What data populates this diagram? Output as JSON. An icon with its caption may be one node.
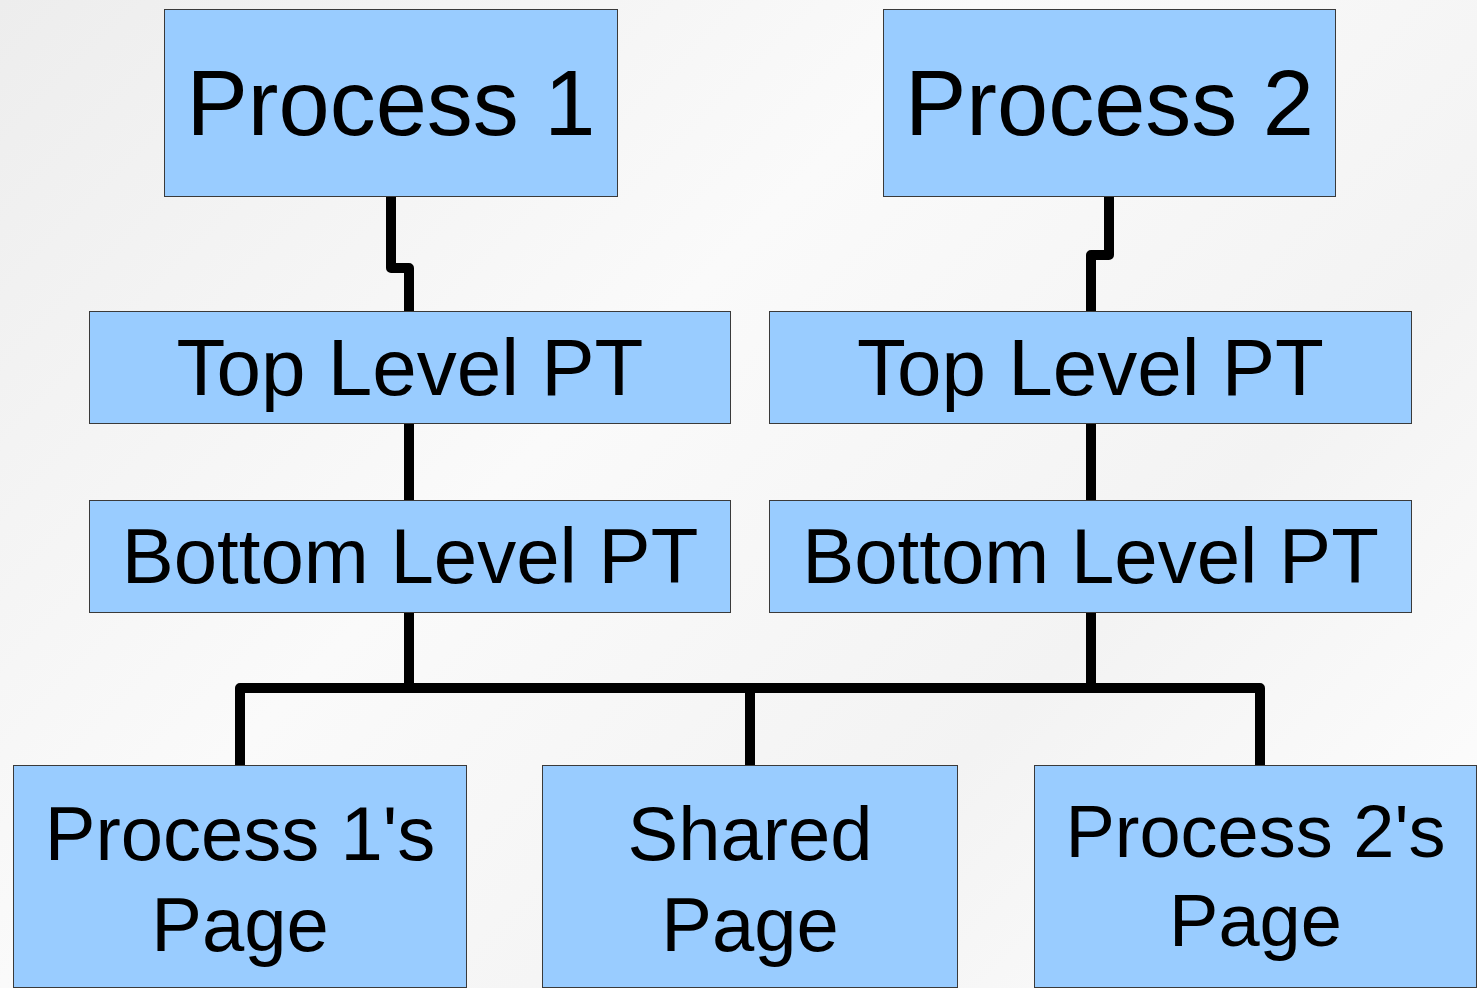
{
  "diagram": {
    "nodes": [
      {
        "text": [
          "Process 1"
        ]
      },
      {
        "text": [
          "Process 2"
        ]
      },
      {
        "text": [
          "Top Level PT"
        ]
      },
      {
        "text": [
          "Top Level PT"
        ]
      },
      {
        "text": [
          "Bottom Level PT"
        ]
      },
      {
        "text": [
          "Bottom Level PT"
        ]
      },
      {
        "text": [
          "Process 1's Page"
        ]
      },
      {
        "text": [
          "Shared Page"
        ]
      },
      {
        "text": [
          "Process 2's Page"
        ]
      }
    ],
    "edges": [
      {
        "from": 0,
        "to": 2,
        "arrow": "none"
      },
      {
        "from": 1,
        "to": 3,
        "arrow": "none"
      },
      {
        "from": 2,
        "to": 4,
        "arrow": "none"
      },
      {
        "from": 3,
        "to": 5,
        "arrow": "none"
      },
      {
        "from": 4,
        "to": 6,
        "arrow": "none"
      },
      {
        "from": 4,
        "to": 7,
        "arrow": "none"
      },
      {
        "from": 4,
        "to": 8,
        "arrow": "none"
      },
      {
        "from": 5,
        "to": 6,
        "arrow": "none"
      },
      {
        "from": 5,
        "to": 7,
        "arrow": "none"
      },
      {
        "from": 5,
        "to": 8,
        "arrow": "none"
      }
    ]
  }
}
